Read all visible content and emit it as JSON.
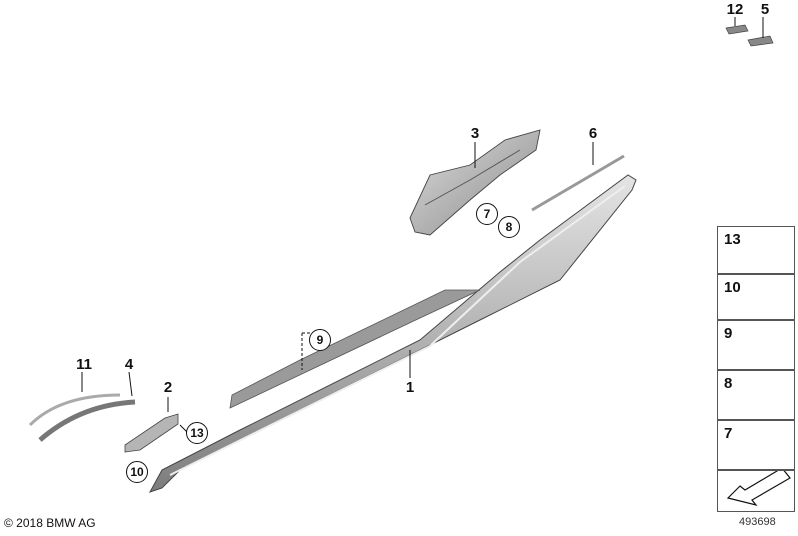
{
  "callouts": {
    "p1": "1",
    "p2": "2",
    "p3": "3",
    "p4": "4",
    "p5": "5",
    "p6": "6",
    "p11": "11",
    "p12": "12"
  },
  "circled": {
    "c7": "7",
    "c8": "8",
    "c9": "9",
    "c10": "10",
    "c13": "13"
  },
  "panel": {
    "row13": "13",
    "row10": "10",
    "row9": "9",
    "row8": "8",
    "row7": "7"
  },
  "footer": {
    "copyright": "© 2018 BMW AG",
    "diagram_id": "493698"
  },
  "colors": {
    "part_light": "#d9d9d9",
    "part_mid": "#a8a8a8",
    "part_dark": "#6e6e6e",
    "line": "#111111"
  }
}
